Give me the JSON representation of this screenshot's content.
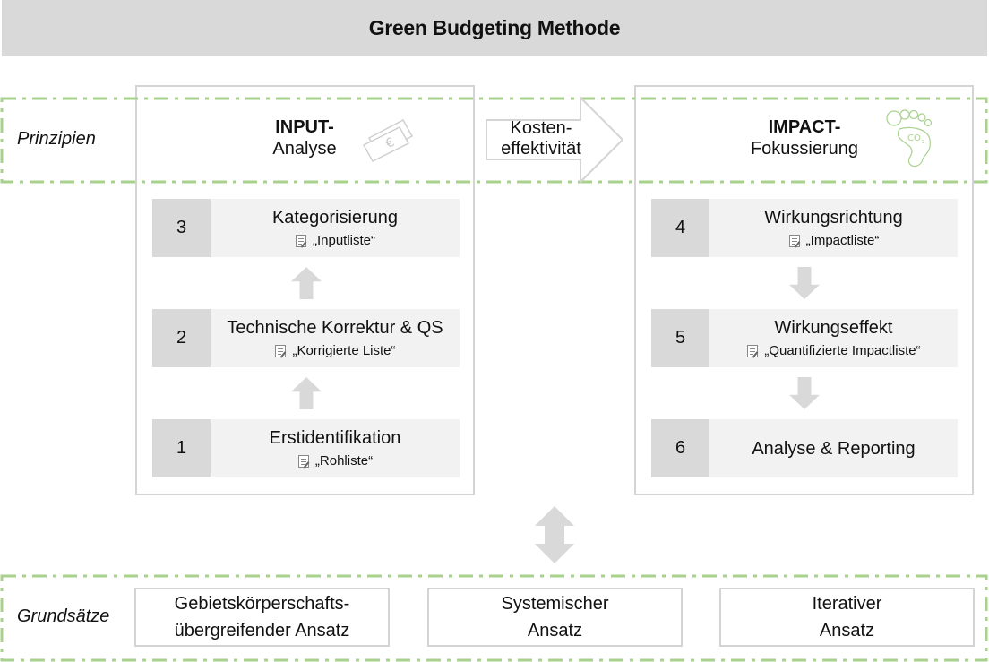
{
  "header": {
    "title": "Green Budgeting Methode"
  },
  "colors": {
    "header_bg": "#d9d9d9",
    "dash_green": "#a9d18e",
    "panel_border": "#d4d4d4",
    "step_num_bg": "#d9d9d9",
    "step_body_bg": "#f2f2f2",
    "arrow_gray": "#d9d9d9",
    "icon_green": "#a9d18e"
  },
  "principles_band": {
    "label": "Prinzipien",
    "input": {
      "bold": "INPUT-",
      "rest": "Analyse",
      "icon": "euro-banknote-icon"
    },
    "connector": {
      "line1": "Kosten-",
      "line2": "effektivität"
    },
    "impact": {
      "bold": "IMPACT-",
      "rest": "Fokussierung",
      "icon": "co2-footprint-icon"
    }
  },
  "input_steps": [
    {
      "number": "3",
      "title": "Kategorisierung",
      "output": "„Inputliste“"
    },
    {
      "number": "2",
      "title": "Technische Korrektur & QS",
      "output": "„Korrigierte Liste“"
    },
    {
      "number": "1",
      "title": "Erstidentifikation",
      "output": "„Rohliste“"
    }
  ],
  "impact_steps": [
    {
      "number": "4",
      "title": "Wirkungsrichtung",
      "output": "„Impactliste“"
    },
    {
      "number": "5",
      "title": "Wirkungseffekt",
      "output": "„Quantifizierte Impactliste“"
    },
    {
      "number": "6",
      "title": "Analyse & Reporting",
      "output": ""
    }
  ],
  "grundsaetze_band": {
    "label": "Grundsätze",
    "items": [
      {
        "line1": "Gebietskörperschafts-",
        "line2": "übergreifender Ansatz"
      },
      {
        "line1": "Systemischer",
        "line2": "Ansatz"
      },
      {
        "line1": "Iterativer",
        "line2": "Ansatz"
      }
    ]
  }
}
